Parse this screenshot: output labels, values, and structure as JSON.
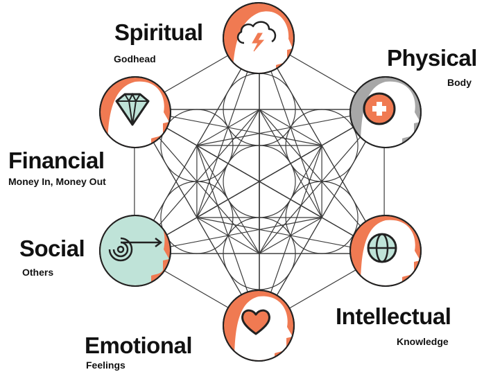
{
  "nodes": {
    "spiritual": {
      "title": "Spiritual",
      "subtitle": "Godhead",
      "icon": "cloud-lightning-icon",
      "color": "#f07a52"
    },
    "physical": {
      "title": "Physical",
      "subtitle": "Body",
      "icon": "medical-cross-icon",
      "color": "#a7a7a7"
    },
    "intellectual": {
      "title": "Intellectual",
      "subtitle": "Knowledge",
      "icon": "globe-icon",
      "color": "#f07a52"
    },
    "emotional": {
      "title": "Emotional",
      "subtitle": "Feelings",
      "icon": "heart-icon",
      "color": "#f07a52"
    },
    "social": {
      "title": "Social",
      "subtitle": "Others",
      "icon": "spiral-arrow-icon",
      "color": "#bfe3d8"
    },
    "financial": {
      "title": "Financial",
      "subtitle": "Money In, Money Out",
      "icon": "diamond-icon",
      "color": "#f07a52"
    }
  },
  "colors": {
    "line": "#3a3a3a",
    "accent": "#f07a52",
    "gray": "#a7a7a7",
    "mint": "#bfe3d8"
  }
}
